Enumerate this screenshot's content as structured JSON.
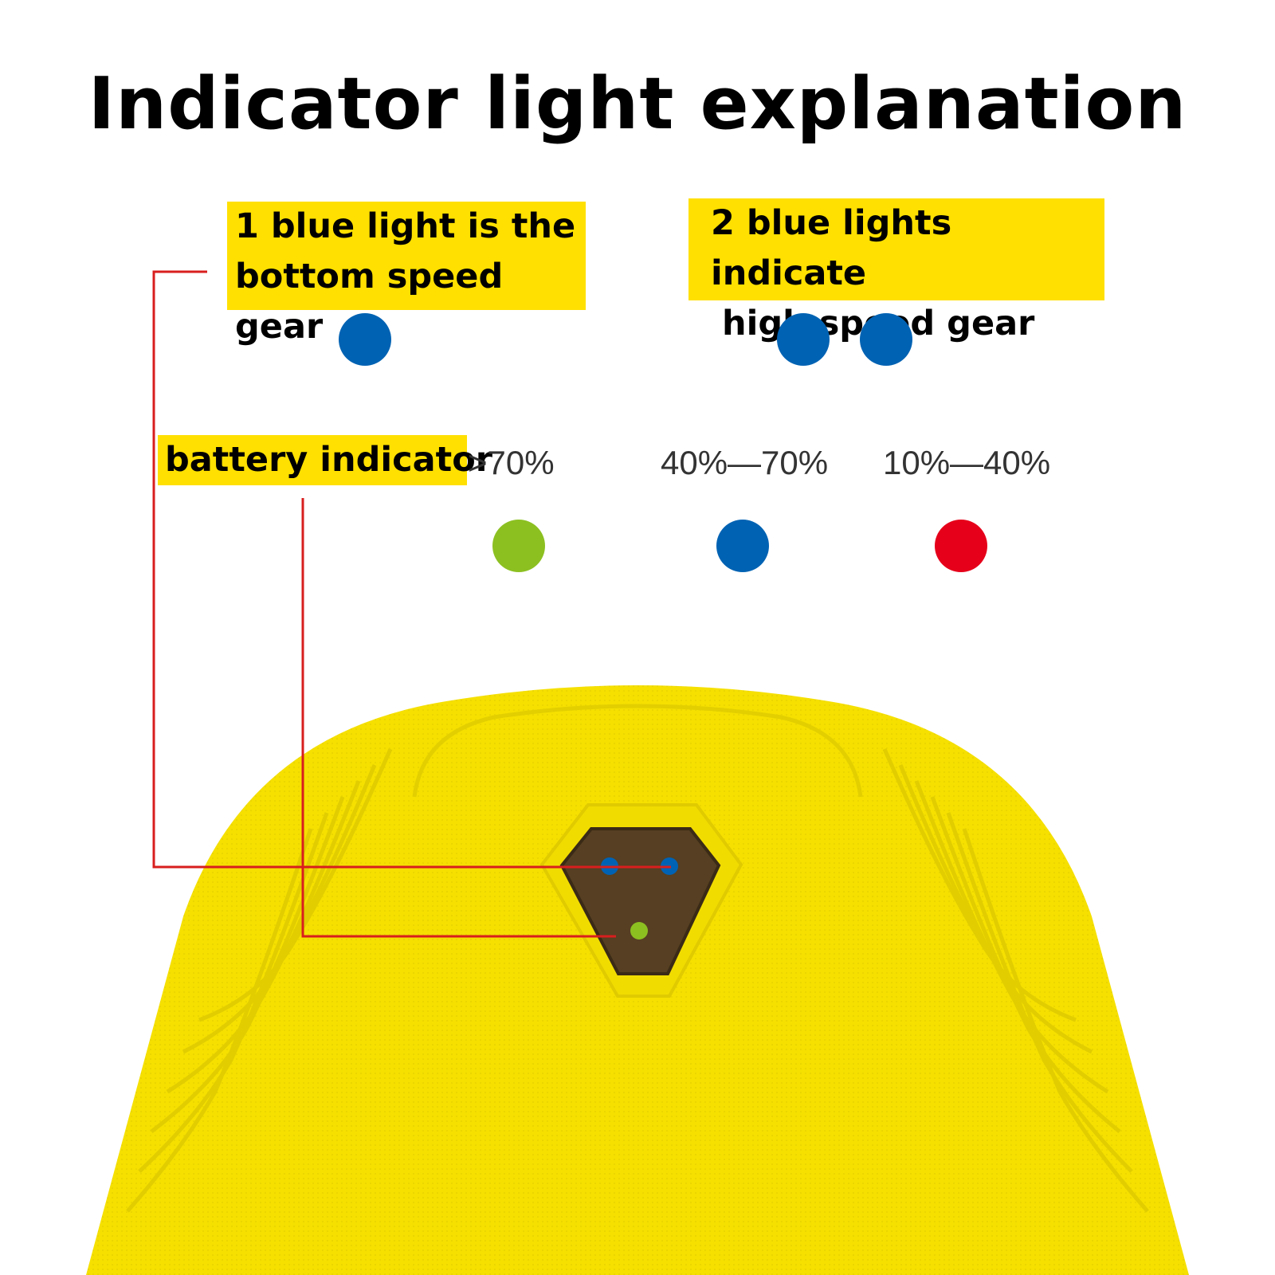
{
  "title": "Indicator light explanation",
  "labels": {
    "one_blue_line1": "1 blue light is the",
    "one_blue_line2": "bottom speed gear",
    "two_blue_line1": "2 blue lights indicate",
    "two_blue_line2": "high speed gear",
    "battery": "battery indicator"
  },
  "battery_levels": [
    ">70%",
    "40%—70%",
    "10%—40%"
  ],
  "colors": {
    "label_bg": "#FFE000",
    "blue": "#0062B3",
    "green": "#8CC021",
    "red": "#E6001A",
    "device_yellow": "#F5E000",
    "panel_brown": "#563F22",
    "leader_line": "#D81E1E"
  }
}
